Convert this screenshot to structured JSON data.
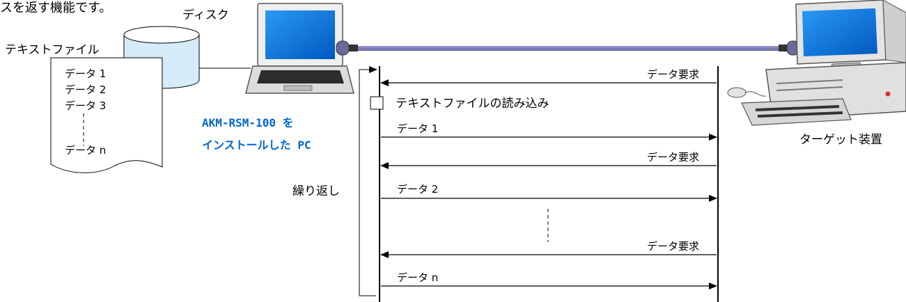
{
  "top_text": "スを返す機能です。",
  "disk_label": "ディスク",
  "textfile_label": "テキストファイル",
  "file_items": [
    "データ 1",
    "データ 2",
    "データ 3",
    "データ n"
  ],
  "pc_label_line1": "AKM-RSM-100 を",
  "pc_label_line2": "インストールした PC",
  "target_label": "ターゲット装置",
  "repeat_label": "繰り返し",
  "read_file_label": "テキストファイルの読み込み",
  "messages": [
    {
      "text": "データ要求",
      "direction": "to-pc"
    },
    {
      "text": "データ 1",
      "direction": "to-target"
    },
    {
      "text": "データ要求",
      "direction": "to-pc"
    },
    {
      "text": "データ 2",
      "direction": "to-target"
    },
    {
      "text": "データ要求",
      "direction": "to-pc"
    },
    {
      "text": "データ n",
      "direction": "to-target"
    }
  ],
  "colors": {
    "blue_text": "#0066cc",
    "cable": "#7b7bb4",
    "screen": "#0077ee",
    "disk": "#d6ecfa"
  }
}
